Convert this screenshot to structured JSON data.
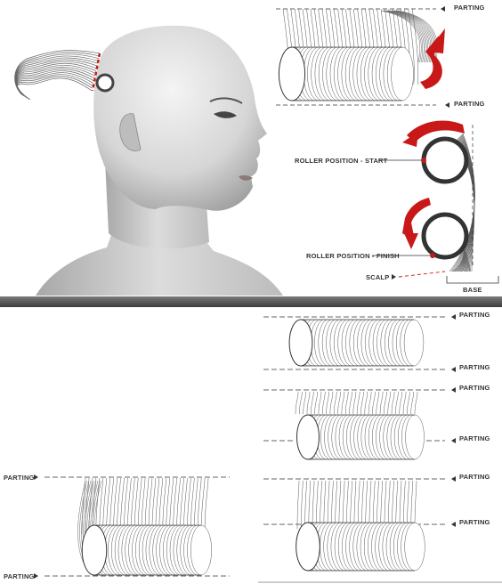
{
  "labels": {
    "parting": "PARTING",
    "roller_start": "ROLLER POSITION - START",
    "roller_finish": "ROLLER POSITION - FINISH",
    "scalp": "SCALP",
    "base": "BASE"
  },
  "colors": {
    "accent_red": "#c81818",
    "divider": "#5a5a5a",
    "line": "#333333",
    "hair": "#555555"
  },
  "icons": [
    "arrow-left-icon",
    "arrow-right-icon",
    "curved-arrow-icon"
  ]
}
